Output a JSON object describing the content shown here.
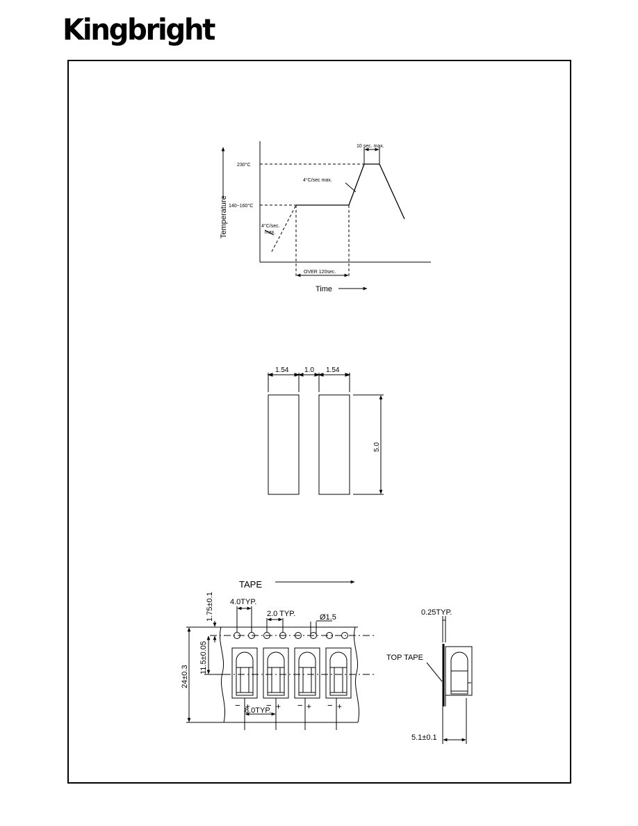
{
  "brand": "Kingbright",
  "reflow": {
    "axis_y_label": "Temperature",
    "axis_x_label": "Time",
    "peak_temp": "230°C",
    "preheat_temp": "140~160°C",
    "peak_dwell": "10 sec. max.",
    "ramp_up": "4°C/sec max.",
    "initial_ramp_line1": "4°C/sec.",
    "initial_ramp_line2": "max.",
    "preheat_time": "OVER 120sec."
  },
  "pads": {
    "pad_width_left": "1.54",
    "gap": "1.0",
    "pad_width_right": "1.54",
    "height": "5.0"
  },
  "tape": {
    "direction_label": "TAPE",
    "sprocket_pitch": "4.0TYP.",
    "hole_to_pocket": "2.0  TYP.",
    "hole_diameter": "Ø1.5",
    "edge_to_hole": "1.75±0.1",
    "hole_to_center": "11.5±0.05",
    "tape_width": "24±0.3",
    "pocket_pitch": "8.0TYP.",
    "polarity_minus": "−",
    "polarity_plus": "+",
    "thickness": "0.25TYP.",
    "top_tape_label": "TOP TAPE",
    "overall_height": "5.1±0.1"
  }
}
